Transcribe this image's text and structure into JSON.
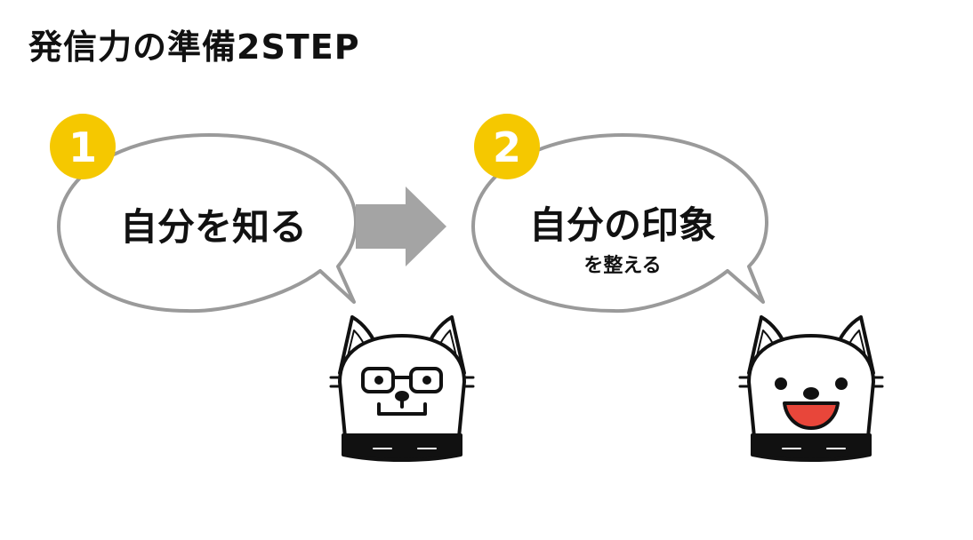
{
  "title": "発信力の準備2STEP",
  "steps": [
    {
      "number": "1",
      "main": "自分を知る",
      "sub": ""
    },
    {
      "number": "2",
      "main": "自分の印象",
      "sub": "を整える"
    }
  ],
  "colors": {
    "badge": "#f5c800",
    "bubble_stroke": "#9a9a9a",
    "arrow": "#a4a4a4",
    "mouth": "#e8463a"
  },
  "icons": [
    "dog-with-glasses-icon",
    "smiling-dog-icon",
    "right-arrow-icon"
  ]
}
